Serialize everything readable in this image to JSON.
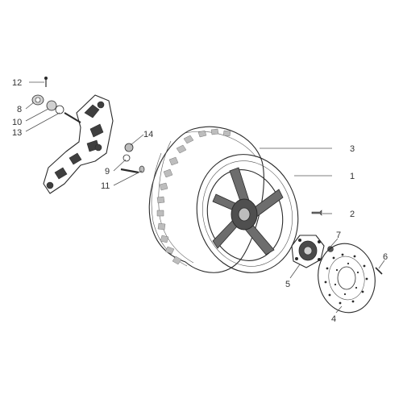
{
  "diagram": {
    "colors": {
      "ink": "#2a2a2a",
      "shade": "#6d6d6d",
      "light": "#bdbdbd",
      "paper": "#ffffff"
    },
    "callouts": [
      {
        "id": "c1",
        "label": "1",
        "part": "wheel-rim"
      },
      {
        "id": "c2",
        "label": "2",
        "part": "valve-screw"
      },
      {
        "id": "c3",
        "label": "3",
        "part": "tyre"
      },
      {
        "id": "c4",
        "label": "4",
        "part": "brake-disc"
      },
      {
        "id": "c5",
        "label": "5",
        "part": "hub-flange"
      },
      {
        "id": "c6",
        "label": "6",
        "part": "disc-screw"
      },
      {
        "id": "c7",
        "label": "7",
        "part": "nut"
      },
      {
        "id": "c8",
        "label": "8",
        "part": "bearing"
      },
      {
        "id": "c9",
        "label": "9",
        "part": "bolt"
      },
      {
        "id": "c10",
        "label": "10",
        "part": "washer"
      },
      {
        "id": "c11",
        "label": "11",
        "part": "washer"
      },
      {
        "id": "c12",
        "label": "12",
        "part": "pin"
      },
      {
        "id": "c13",
        "label": "13",
        "part": "spacer"
      },
      {
        "id": "c14",
        "label": "14",
        "part": "nut"
      }
    ]
  }
}
